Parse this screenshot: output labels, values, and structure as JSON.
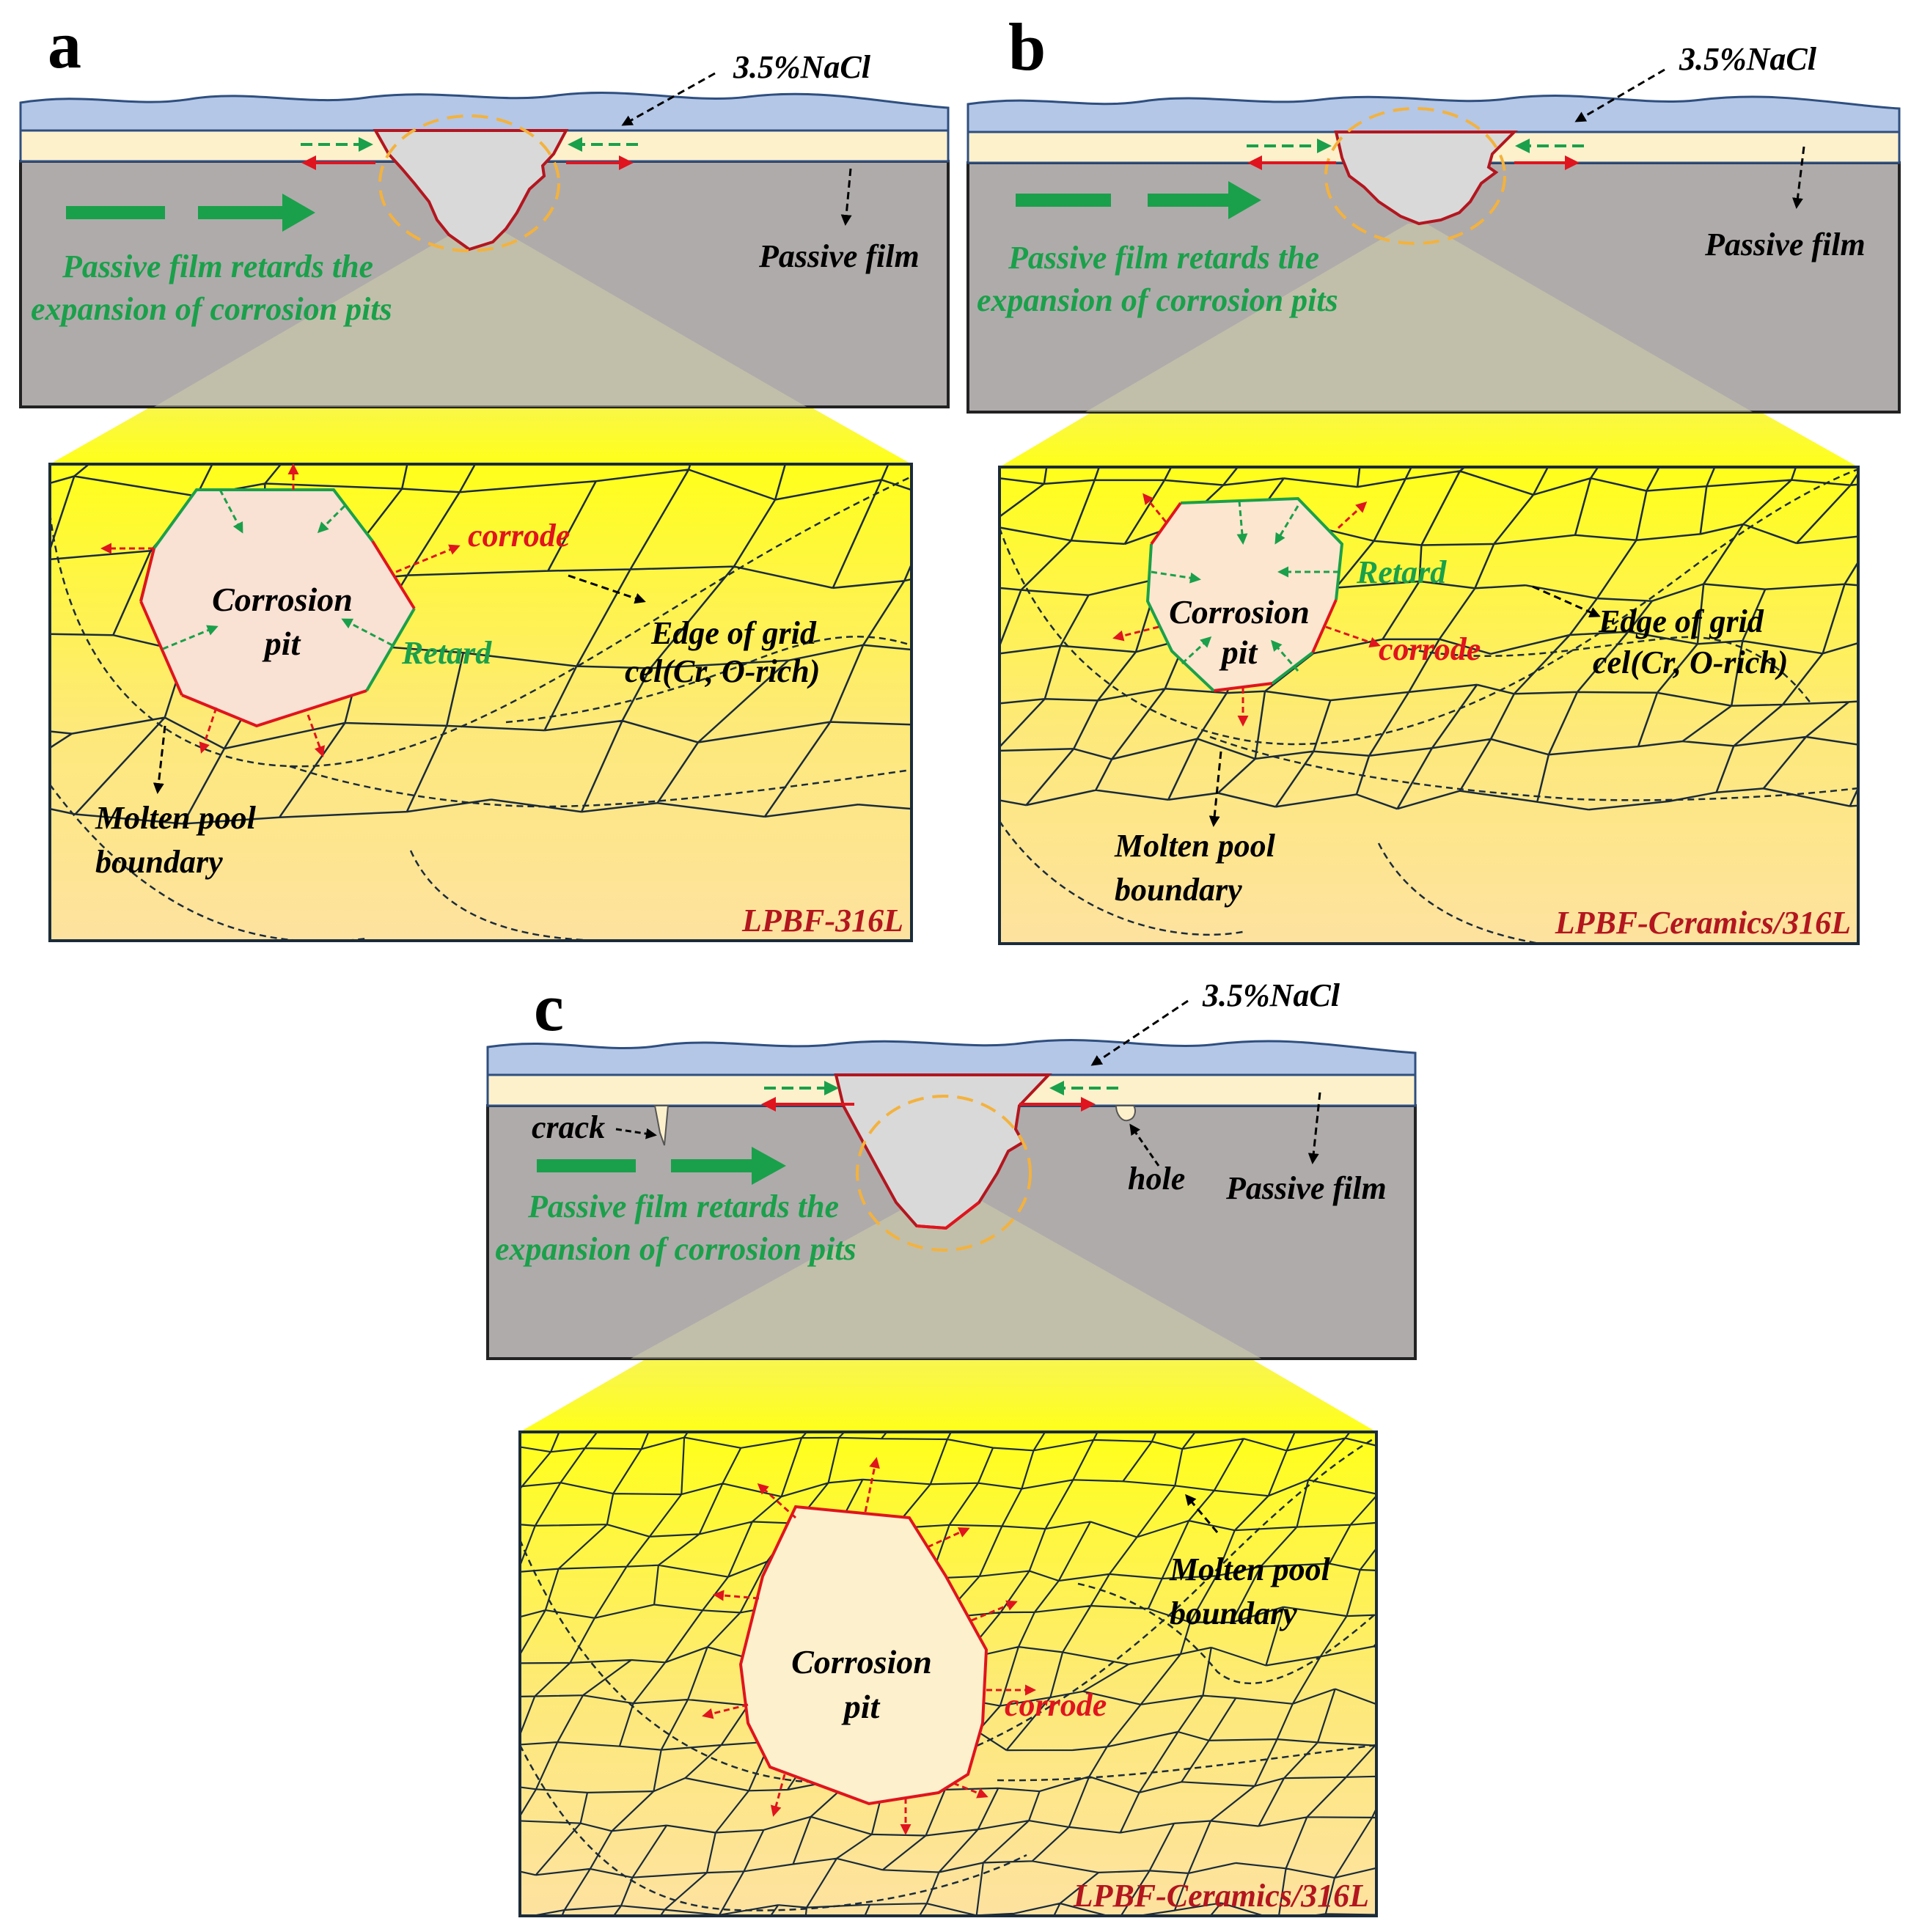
{
  "panels": [
    {
      "letter": "a",
      "nacl": "3.5%NaCl",
      "passive_film": "Passive film",
      "retard_line1": "Passive film retards the",
      "retard_line2": "expansion of corrosion pits",
      "pit_line1": "Corrosion",
      "pit_line2": "pit",
      "corrode": "corrode",
      "retard": "Retard",
      "edge_line1": "Edge of grid",
      "edge_line2": "cel(Cr, O-rich)",
      "pool_line1": "Molten pool",
      "pool_line2": "boundary",
      "material": "LPBF-316L"
    },
    {
      "letter": "b",
      "nacl": "3.5%NaCl",
      "passive_film": "Passive film",
      "retard_line1": "Passive film retards the",
      "retard_line2": "expansion of corrosion pits",
      "pit_line1": "Corrosion",
      "pit_line2": "pit",
      "corrode": "corrode",
      "retard": "Retard",
      "edge_line1": "Edge of grid",
      "edge_line2": "cel(Cr, O-rich)",
      "pool_line1": "Molten pool",
      "pool_line2": "boundary",
      "material": "LPBF-Ceramics/316L"
    },
    {
      "letter": "c",
      "nacl": "3.5%NaCl",
      "passive_film": "Passive film",
      "crack": "crack",
      "hole": "hole",
      "retard_line1": "Passive film retards the",
      "retard_line2": "expansion of corrosion pits",
      "pit_line1": "Corrosion",
      "pit_line2": "pit",
      "corrode": "corrode",
      "pool_line1": "Molten pool",
      "pool_line2": "boundary",
      "material": "LPBF-Ceramics/316L"
    }
  ],
  "colors": {
    "solution": "#b4c7e7",
    "film": "#fdf1cc",
    "metal": "#afabab",
    "zoom_top": "#ffff1a",
    "zoom_bottom": "#fde29a",
    "corrode_arrow": "#e0141e",
    "retard_arrow": "#1aa04a",
    "pit_boundary": "#b3161f",
    "highlight_ellipse": "#f4b23c"
  }
}
